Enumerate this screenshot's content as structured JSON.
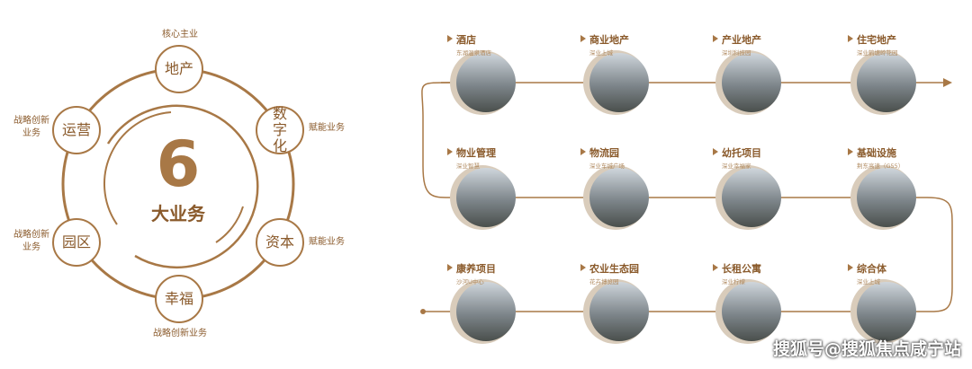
{
  "diagram": {
    "center_number": "6",
    "center_label": "大业务",
    "nodes": [
      "地产",
      "数字化",
      "资本",
      "幸福",
      "园区",
      "运营"
    ],
    "notes": {
      "top": "核心主业",
      "right_top": "赋能业务",
      "right_bottom": "赋能业务",
      "bottom": "战略创新业务",
      "left_bottom": "战略创新\n业务",
      "left_top": "战略创新\n业务"
    }
  },
  "businesses": [
    {
      "title": "酒店",
      "sub": "东湖温泉酒店"
    },
    {
      "title": "商业地产",
      "sub": "深业上城"
    },
    {
      "title": "产业地产",
      "sub": "深圳科技园"
    },
    {
      "title": "住宅地产",
      "sub": "深业鹤塘岭花园"
    },
    {
      "title": "物业管理",
      "sub": "深业智慧"
    },
    {
      "title": "物流园",
      "sub": "深业车城广场"
    },
    {
      "title": "幼托项目",
      "sub": "深业幸福家"
    },
    {
      "title": "基础设施",
      "sub": "荆东高速（G55）"
    },
    {
      "title": "康养项目",
      "sub": "沙河U中心"
    },
    {
      "title": "农业生态园",
      "sub": "花卉博览园"
    },
    {
      "title": "长租公寓",
      "sub": "深业柠檬"
    },
    {
      "title": "综合体",
      "sub": "深业上城"
    }
  ],
  "watermark": "搜狐号@搜狐焦点咸宁站",
  "colors": {
    "accent": "#a87846",
    "text": "#8a5a2b"
  }
}
